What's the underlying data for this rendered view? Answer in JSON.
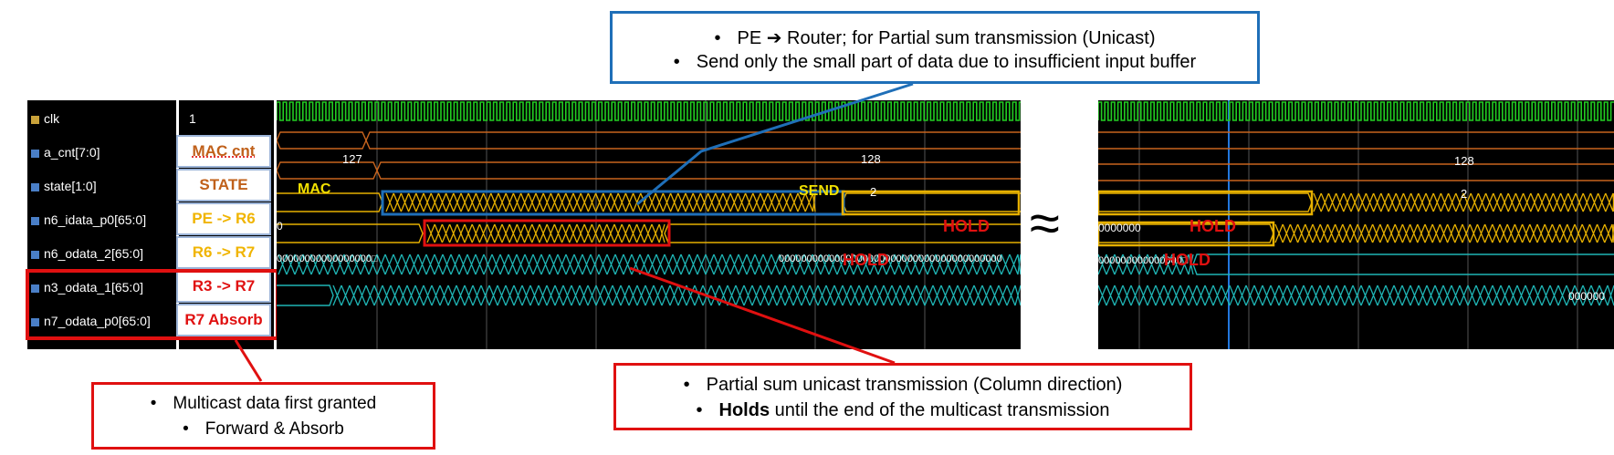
{
  "signals": [
    {
      "name": "clk",
      "value": "1",
      "tag": ""
    },
    {
      "name": "a_cnt[7:0]",
      "value": "",
      "tag": "MAC cnt"
    },
    {
      "name": "state[1:0]",
      "value": "",
      "tag": "STATE"
    },
    {
      "name": "n6_idata_p0[65:0]",
      "value": "",
      "tag": "PE -> R6"
    },
    {
      "name": "n6_odata_2[65:0]",
      "value": "",
      "tag": "R6 -> R7"
    },
    {
      "name": "n3_odata_1[65:0]",
      "value": "",
      "tag": "R3 -> R7"
    },
    {
      "name": "n7_odata_p0[65:0]",
      "value": "",
      "tag": "R7 Absorb"
    }
  ],
  "wave_left": {
    "a_cnt_before": "127",
    "a_cnt_after": "128",
    "state_mac": "MAC",
    "state_send": "SEND",
    "state_value": "2",
    "idata_start": "0",
    "idata_hold": "HOLD",
    "odata_start": "00000000000000000□",
    "odata_after": "0000000000000000000000000000000000000000",
    "odata_hold": "HOLD"
  },
  "wave_right": {
    "a_cnt": "128",
    "state": "2",
    "idata_start": "0000000",
    "idata_hold": "HOLD",
    "odata_start": "000000000000000□",
    "odata_hold": "HOLD",
    "n3_end": "000000"
  },
  "break_symbol": "≈",
  "callouts": {
    "top": {
      "line1": "PE ➔ Router; for Partial sum transmission (Unicast)",
      "line2": "Send only the small part of data due to insufficient input buffer"
    },
    "bottom_right": {
      "line1": "Partial sum unicast transmission (Column direction)",
      "line2_bold": "Holds",
      "line2_rest": " until the end of the multicast transmission"
    },
    "bottom_left": {
      "line1": "Multicast data first granted",
      "line2": "Forward & Absorb"
    },
    "bullet": "•"
  },
  "colors": {
    "clock": "#22cc22",
    "bus_orange": "#c8641e",
    "bus_yellow": "#e6b000",
    "bus_cyan": "#1fb5b5",
    "highlight_blue": "#1f6fb8",
    "highlight_red": "#e01010",
    "tag_orange": "#c0601a",
    "tag_yellow": "#f0b400",
    "tag_red": "#e01010"
  }
}
